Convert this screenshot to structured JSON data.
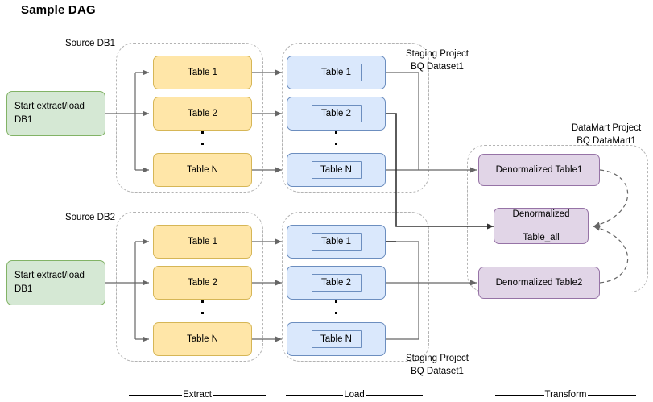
{
  "title": "Sample DAG",
  "colors": {
    "green_fill": "#D5E8D4",
    "green_stroke": "#82B366",
    "yellow_fill": "#FFE6A8",
    "yellow_stroke": "#D6B656",
    "blue_fill": "#DAE8FC",
    "blue_stroke": "#6C8EBF",
    "purple_fill": "#E1D5E7",
    "purple_stroke": "#9673A6",
    "group_dash": "#B3B3B3",
    "edge": "#666666"
  },
  "labels": {
    "source_db1": "Source DB1",
    "source_db2": "Source DB2",
    "staging_top": "Staging Project\nBQ Dataset1",
    "staging_bottom": "Staging Project\nBQ Dataset1",
    "datamart": "DataMart Project\nBQ DataMart1"
  },
  "start_nodes": [
    {
      "id": "start-db1",
      "text": "Start extract/load\nDB1"
    },
    {
      "id": "start-db2",
      "text": "Start extract/load\nDB1"
    }
  ],
  "extract_top": {
    "group": "extract-group-db1",
    "tables": [
      {
        "label": "Table 1"
      },
      {
        "label": "Table 2"
      },
      {
        "label": "Table N"
      }
    ]
  },
  "extract_bottom": {
    "group": "extract-group-db2",
    "tables": [
      {
        "label": "Table 1"
      },
      {
        "label": "Table 2"
      },
      {
        "label": "Table N"
      }
    ]
  },
  "load_top": {
    "group": "load-group-top",
    "tables": [
      {
        "label": "Table 1"
      },
      {
        "label": "Table 2"
      },
      {
        "label": "Table N"
      }
    ]
  },
  "load_bottom": {
    "group": "load-group-bottom",
    "tables": [
      {
        "label": "Table 1"
      },
      {
        "label": "Table 2"
      },
      {
        "label": "Table N"
      }
    ]
  },
  "transform": {
    "group": "datamart-group",
    "nodes": [
      {
        "id": "denorm-table1",
        "text": "Denormalized Table1"
      },
      {
        "id": "denorm-table-all",
        "text": "Denormalized\n\nTable_all"
      },
      {
        "id": "denorm-table2",
        "text": "Denormalized Table2"
      }
    ]
  },
  "phases": [
    {
      "label": "Extract"
    },
    {
      "label": "Load"
    },
    {
      "label": "Transform"
    }
  ]
}
